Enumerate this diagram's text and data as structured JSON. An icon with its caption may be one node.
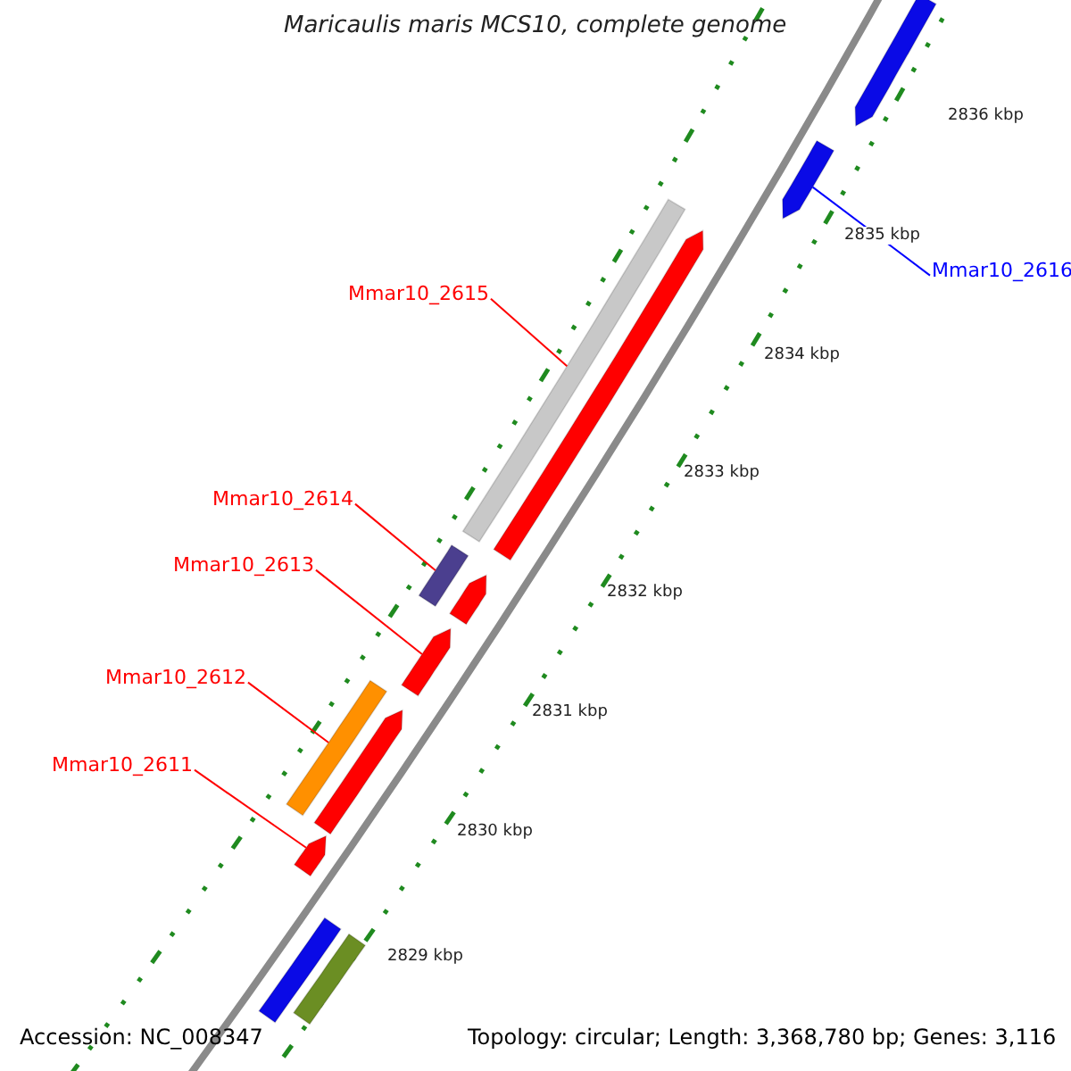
{
  "diagram": {
    "title": "Maricaulis maris MCS10, complete genome",
    "nodes": [
      {
        "text": [
          "Mmar10_2616"
        ]
      },
      {
        "text": [
          "Mmar10_2615"
        ]
      },
      {
        "text": [
          "Mmar10_2614"
        ]
      },
      {
        "text": [
          "Mmar10_2613"
        ]
      },
      {
        "text": [
          "Mmar10_2612"
        ]
      },
      {
        "text": [
          "Mmar10_2611"
        ]
      },
      {
        "text": [],
        "shape": "arrow"
      },
      {
        "text": [],
        "shape": "arrow"
      },
      {
        "text": [],
        "shape": "bar"
      },
      {
        "text": [],
        "shape": "arrow"
      },
      {
        "text": [],
        "shape": "bar"
      },
      {
        "text": [],
        "shape": "arrow"
      },
      {
        "text": [],
        "shape": "arrow"
      },
      {
        "text": [],
        "shape": "bar"
      },
      {
        "text": [],
        "shape": "arrow"
      },
      {
        "text": [],
        "shape": "arrow"
      },
      {
        "text": [],
        "shape": "bar"
      },
      {
        "text": [],
        "shape": "bar"
      }
    ],
    "edges": [
      {
        "from": 0,
        "to": 7,
        "arrow": "none",
        "color": "#0000ff"
      },
      {
        "from": 1,
        "to": 8,
        "arrow": "none"
      },
      {
        "from": 2,
        "to": 10,
        "arrow": "none"
      },
      {
        "from": 3,
        "to": 12,
        "arrow": "none"
      },
      {
        "from": 4,
        "to": 13,
        "arrow": "none"
      },
      {
        "from": 5,
        "to": 15,
        "arrow": "none"
      }
    ],
    "labels": [
      "2836 kbp",
      "2835 kbp",
      "2834 kbp",
      "2833 kbp",
      "2832 kbp",
      "2831 kbp",
      "2830 kbp",
      "2829 kbp",
      "Accession: NC_008347",
      "Topology: circular; Length: 3,368,780 bp; Genes: 3,116"
    ]
  }
}
